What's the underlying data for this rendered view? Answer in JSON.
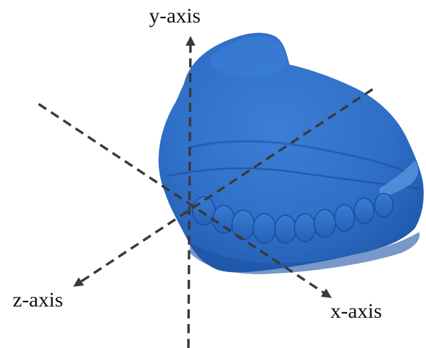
{
  "axes": {
    "y_label": "y-axis",
    "z_label": "z-axis",
    "x_label": "x-axis",
    "line_style": "dashed",
    "line_color": "#3a3a3a"
  },
  "model": {
    "description_icon": "dental-arch-3d-model-icon",
    "fill_color": "#2d6fc9"
  }
}
